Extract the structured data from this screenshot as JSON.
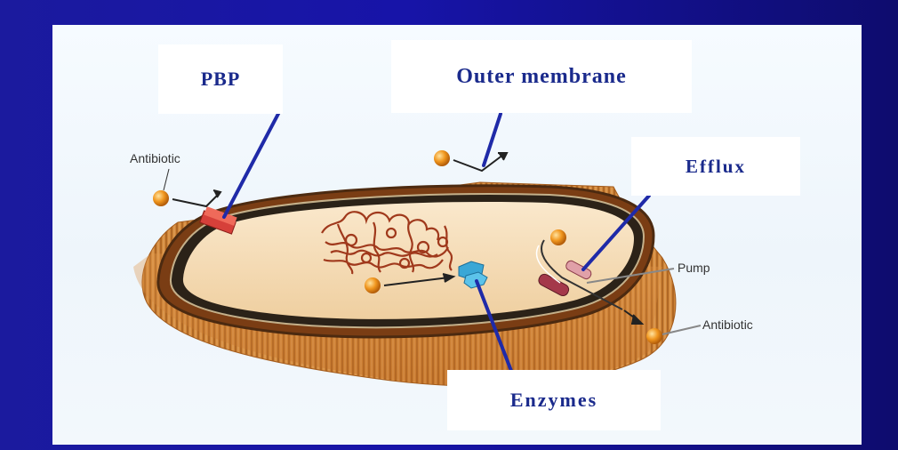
{
  "callouts": {
    "pbp": "PBP",
    "outer_membrane": "Outer membrane",
    "efflux": "Efflux",
    "enzymes": "Enzymes"
  },
  "labels": {
    "antibiotic_top": "Antibiotic",
    "antibiotic_bottom": "Antibiotic",
    "pump": "Pump"
  },
  "colors": {
    "callout_text": "#1a2a8c",
    "pointer_line": "#1f2aa8",
    "cell_interior": "#f6dcb4",
    "cell_hair": "#c8772a",
    "dna": "#a0391c",
    "pbp_block": "#d6403a",
    "enzyme": "#3aa7d6",
    "antibiotic_ball": "#f0961e"
  }
}
